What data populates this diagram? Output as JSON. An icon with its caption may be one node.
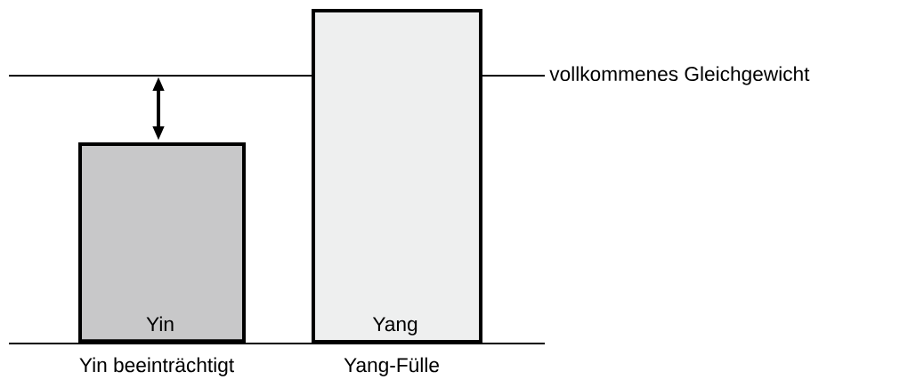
{
  "diagram": {
    "nodes": [
      {
        "text": [
          "Yin"
        ],
        "beside": [
          "Yin beeinträchtigt"
        ]
      },
      {
        "text": [
          "Yang"
        ],
        "beside": [
          "Yang-Fülle"
        ]
      }
    ],
    "labels": [
      "vollkommenes Gleichgewicht"
    ]
  }
}
